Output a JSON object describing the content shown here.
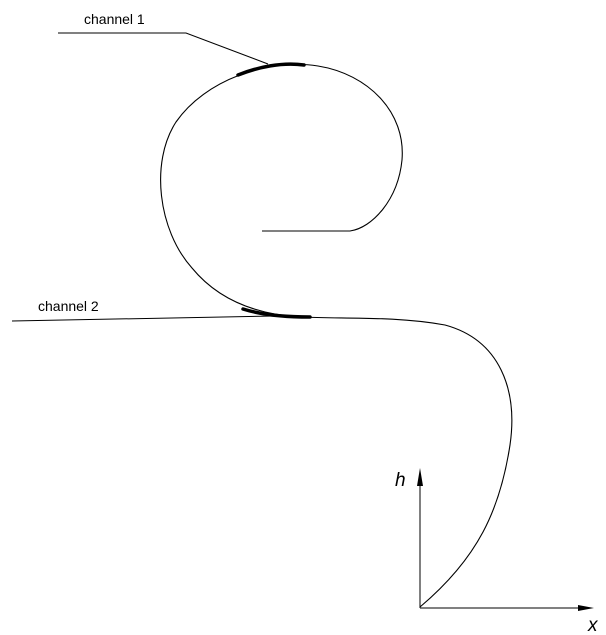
{
  "labels": {
    "channel_1": "channel 1",
    "channel_2": "channel 2"
  },
  "axes": {
    "vertical": "h",
    "horizontal": "x"
  },
  "colors": {
    "line": "#000000",
    "background": "#ffffff"
  }
}
